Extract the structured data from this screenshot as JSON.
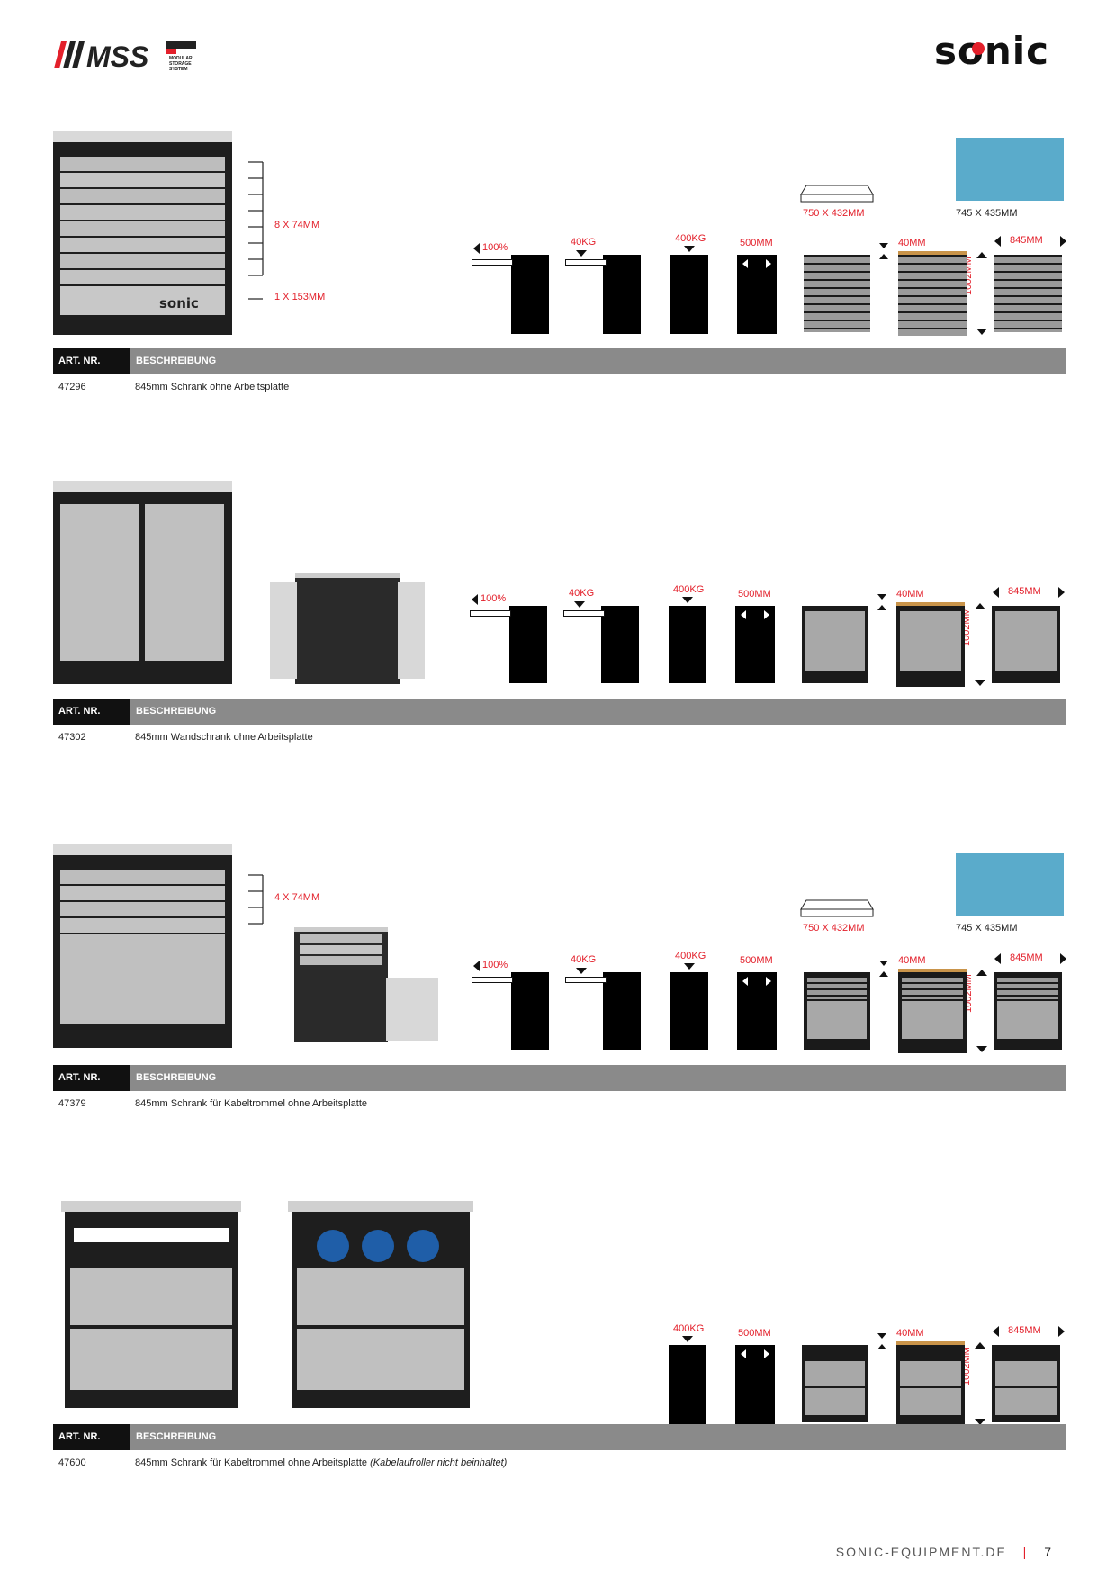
{
  "header": {
    "mss_logo_text": "MSS",
    "mss_sub": "MODULAR STORAGE SYSTEM",
    "brand": "sonic"
  },
  "colors": {
    "accent": "#e3202b",
    "bar": "#8a8a8a",
    "mat": "#5aabcb"
  },
  "table_headers": {
    "art": "ART. NR.",
    "desc": "BESCHREIBUNG"
  },
  "specs": {
    "extension": "100%",
    "drawer_load": "40KG",
    "total_load": "400KG",
    "depth": "500MM",
    "top_height": "40MM",
    "width": "845MM",
    "height": "1002MM",
    "liner": "750 X 432MM",
    "mat": "745 X 435MM"
  },
  "sections": [
    {
      "art": "47296",
      "desc": "845mm Schrank ohne Arbeitsplatte",
      "drawer_label": "8 X 74MM",
      "drawer_label2": "1 X 153MM"
    },
    {
      "art": "47302",
      "desc": "845mm Wandschrank ohne Arbeitsplatte"
    },
    {
      "art": "47379",
      "desc": "845mm Schrank für Kabeltrommel ohne Arbeitsplatte",
      "drawer_label": "4 X 74MM"
    },
    {
      "art": "47600",
      "desc": "845mm Schrank für Kabeltrommel ohne Arbeitsplatte",
      "desc_note": "(Kabelaufroller nicht beinhaltet)"
    }
  ],
  "footer": {
    "site": "SONIC-EQUIPMENT.DE",
    "sep": "|",
    "page": "7"
  }
}
